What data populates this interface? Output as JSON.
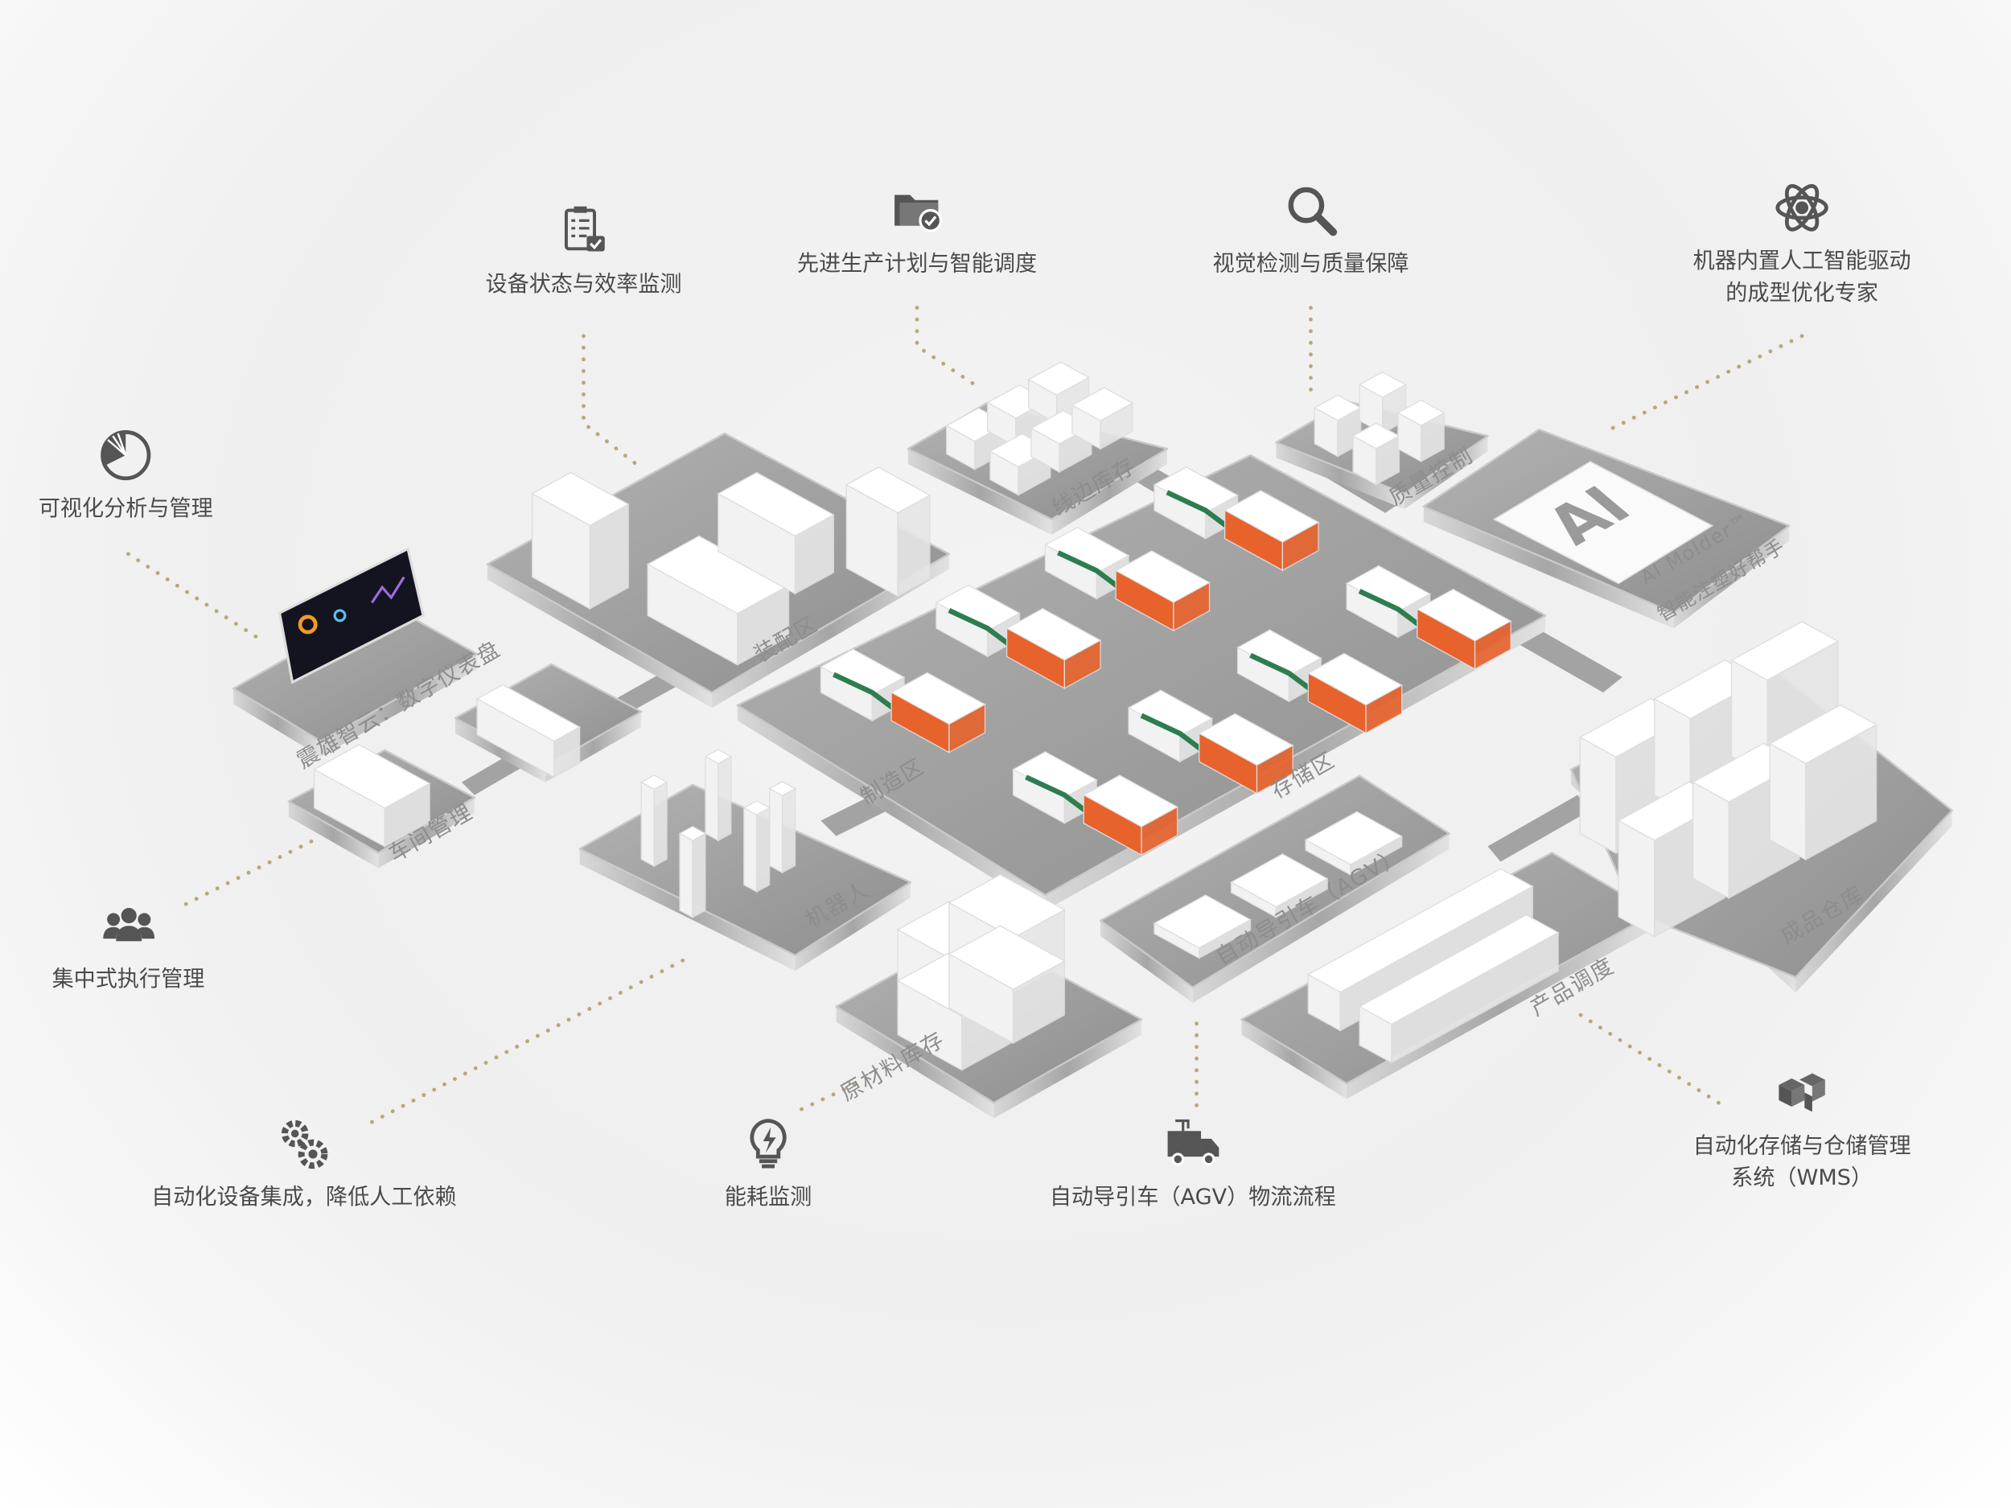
{
  "callouts": {
    "equipment_status": {
      "icon": "checklist-icon",
      "label": "设备状态与效率监测"
    },
    "planning": {
      "icon": "folder-check-icon",
      "label": "先进生产计划与智能调度"
    },
    "vision": {
      "icon": "magnifier-icon",
      "label": "视觉检测与质量保障"
    },
    "ai_expert": {
      "icon": "atom-icon",
      "line1": "机器内置人工智能驱动",
      "line2": "的成型优化专家"
    },
    "visual_analysis": {
      "icon": "pie-chart-icon",
      "label": "可视化分析与管理"
    },
    "mes": {
      "icon": "users-group-icon",
      "label": "集中式执行管理"
    },
    "automation": {
      "icon": "gears-icon",
      "label": "自动化设备集成，降低人工依赖"
    },
    "energy": {
      "icon": "lightbulb-bolt-icon",
      "label": "能耗监测"
    },
    "agv": {
      "icon": "truck-icon",
      "label": "自动导引车（AGV）物流流程"
    },
    "wms": {
      "icon": "boxes-icon",
      "line1": "自动化存储与仓储管理",
      "line2": "系统（WMS）"
    }
  },
  "zones": {
    "dashboard": "震雄智云：数字仪表盘",
    "workshop": "车间管理",
    "assembly": "装配区",
    "line_inventory": "线边库存",
    "quality": "质量控制",
    "ai_title": "AI Molder™",
    "ai_subtitle": "智能注塑好帮手",
    "ai_tile": "AI",
    "manufacturing": "制造区",
    "storage": "存储区",
    "agv": "自动导引车（AGV）",
    "robot": "机器人",
    "raw_material": "原材料库存",
    "product_dispatch": "产品调度",
    "finished_goods": "成品仓库"
  },
  "colors": {
    "text": "#4a4a4a",
    "leader": "#b9a77c",
    "platform": "#9c9c9c",
    "machine_orange": "#e8622c",
    "conveyor_green": "#2e7d4f"
  }
}
